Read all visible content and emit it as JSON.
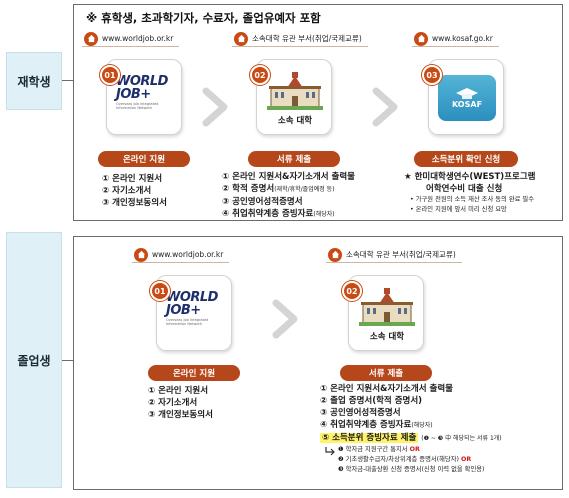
{
  "enrolled": {
    "side_label": "재학생",
    "notice": "※ 휴학생, 초과학기자, 수료자, 졸업유예자 포함",
    "steps": [
      {
        "site": "www.worldjob.or.kr",
        "num": "01",
        "logo": {
          "line1": "WORLD",
          "line2": "JOB+",
          "tag": "Overseas Job Integrated Information Network"
        },
        "pill": "온라인 지원",
        "items": [
          "① 온라인 지원서",
          "② 자기소개서",
          "③ 개인정보동의서"
        ]
      },
      {
        "site": "소속대학 유관 부서(취업/국제교류)",
        "num": "02",
        "univ": "소속 대학",
        "pill": "서류 제출",
        "items": [
          {
            "text": "① 온라인 지원서&자기소개서 출력물",
            "note": ""
          },
          {
            "text": "② 학적 증명서",
            "note": "(재학/휴학/졸업예정 등)"
          },
          {
            "text": "③ 공인영어성적증명서",
            "note": ""
          },
          {
            "text": "④ 취업취약계층 증빙자료",
            "note": "(해당자)"
          }
        ]
      },
      {
        "site": "www.kosaf.go.kr",
        "num": "03",
        "logo_text": "KOSAF",
        "pill": "소득분위 확인 신청",
        "star_line1": "★ 한미대학생연수(WEST)프로그램",
        "star_line2": "어학연수비 대출 신청",
        "bullets": [
          "• 가구원 전원의 소득 재산 조사 동의 완료 필수",
          "• 온라인 지원에 앞서 미리 신청 요망"
        ]
      }
    ]
  },
  "graduate": {
    "side_label": "졸업생",
    "steps": [
      {
        "site": "www.worldjob.or.kr",
        "num": "01",
        "logo": {
          "line1": "WORLD",
          "line2": "JOB+",
          "tag": "Overseas Job Integrated Information Network"
        },
        "pill": "온라인 지원",
        "items": [
          "① 온라인 지원서",
          "② 자기소개서",
          "③ 개인정보동의서"
        ]
      },
      {
        "site": "소속대학 유관 부서(취업/국제교류)",
        "num": "02",
        "univ": "소속 대학",
        "pill": "서류 제출",
        "items": [
          {
            "text": "① 온라인 지원서&자기소개서 출력물",
            "note": ""
          },
          {
            "text": "② 졸업 증명서(학적 증명서)",
            "note": ""
          },
          {
            "text": "③ 공인영어성적증명서",
            "note": ""
          },
          {
            "text": "④ 취업취약계층 증빙자료",
            "note": "(해당자)"
          }
        ],
        "highlight": "⑤ 소득분위 증빙자료 제출",
        "highlight_note": "(❶ ~ ❸ 中 해당되는 서류 1개)",
        "sub_items": [
          {
            "text": "❶ 학자금 지원구간 통지서",
            "or": "OR"
          },
          {
            "text": "❷ 기초생활수급자/차상위계층 증명서(해당자)",
            "or": "OR"
          },
          {
            "text": "❸ 학자금-대출상환 신청 증명서(신청 이력 없을 확인용)",
            "or": ""
          }
        ]
      }
    ]
  }
}
